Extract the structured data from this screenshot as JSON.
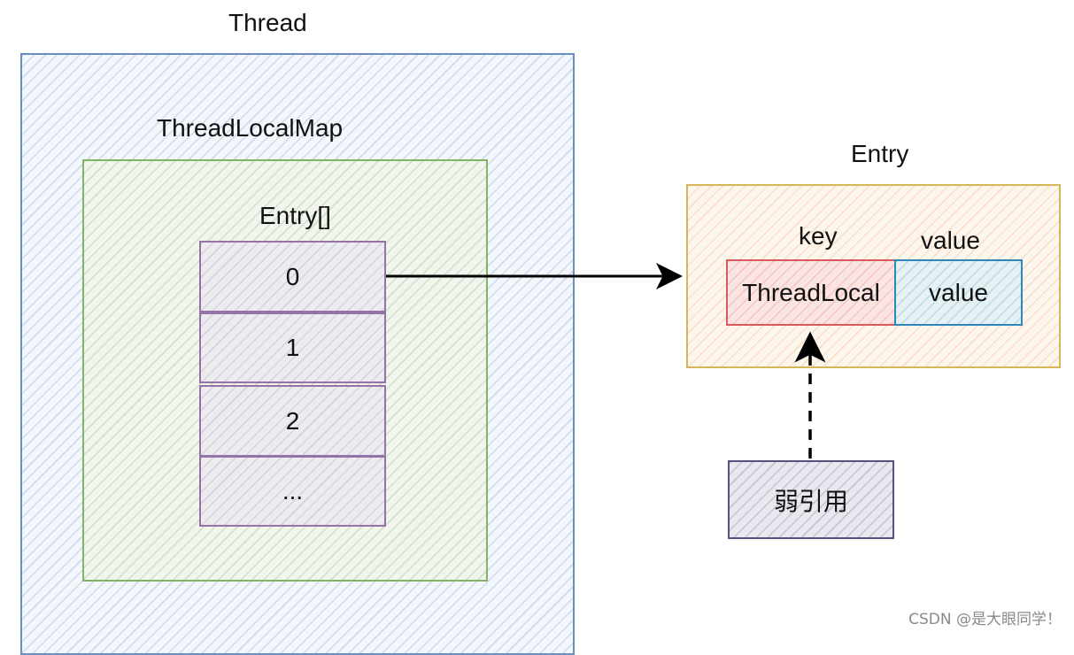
{
  "thread": {
    "label": "Thread"
  },
  "thread_local_map": {
    "label": "ThreadLocalMap"
  },
  "entry_array": {
    "label": "Entry[]",
    "cells": [
      "0",
      "1",
      "2",
      "..."
    ]
  },
  "entry": {
    "label": "Entry",
    "key_label": "key",
    "value_label": "value",
    "key_text": "ThreadLocal",
    "value_text": "value"
  },
  "weak_reference": {
    "label": "弱引用"
  },
  "watermark": {
    "text": "CSDN @是大眼同学！"
  },
  "colors": {
    "thread_border": "#6c8ebf",
    "map_border": "#82b366",
    "array_border": "#9673a6",
    "entry_border": "#d6b656",
    "key_border": "#d85a5a",
    "value_border": "#2f86b8",
    "weak_border": "#56517e"
  }
}
